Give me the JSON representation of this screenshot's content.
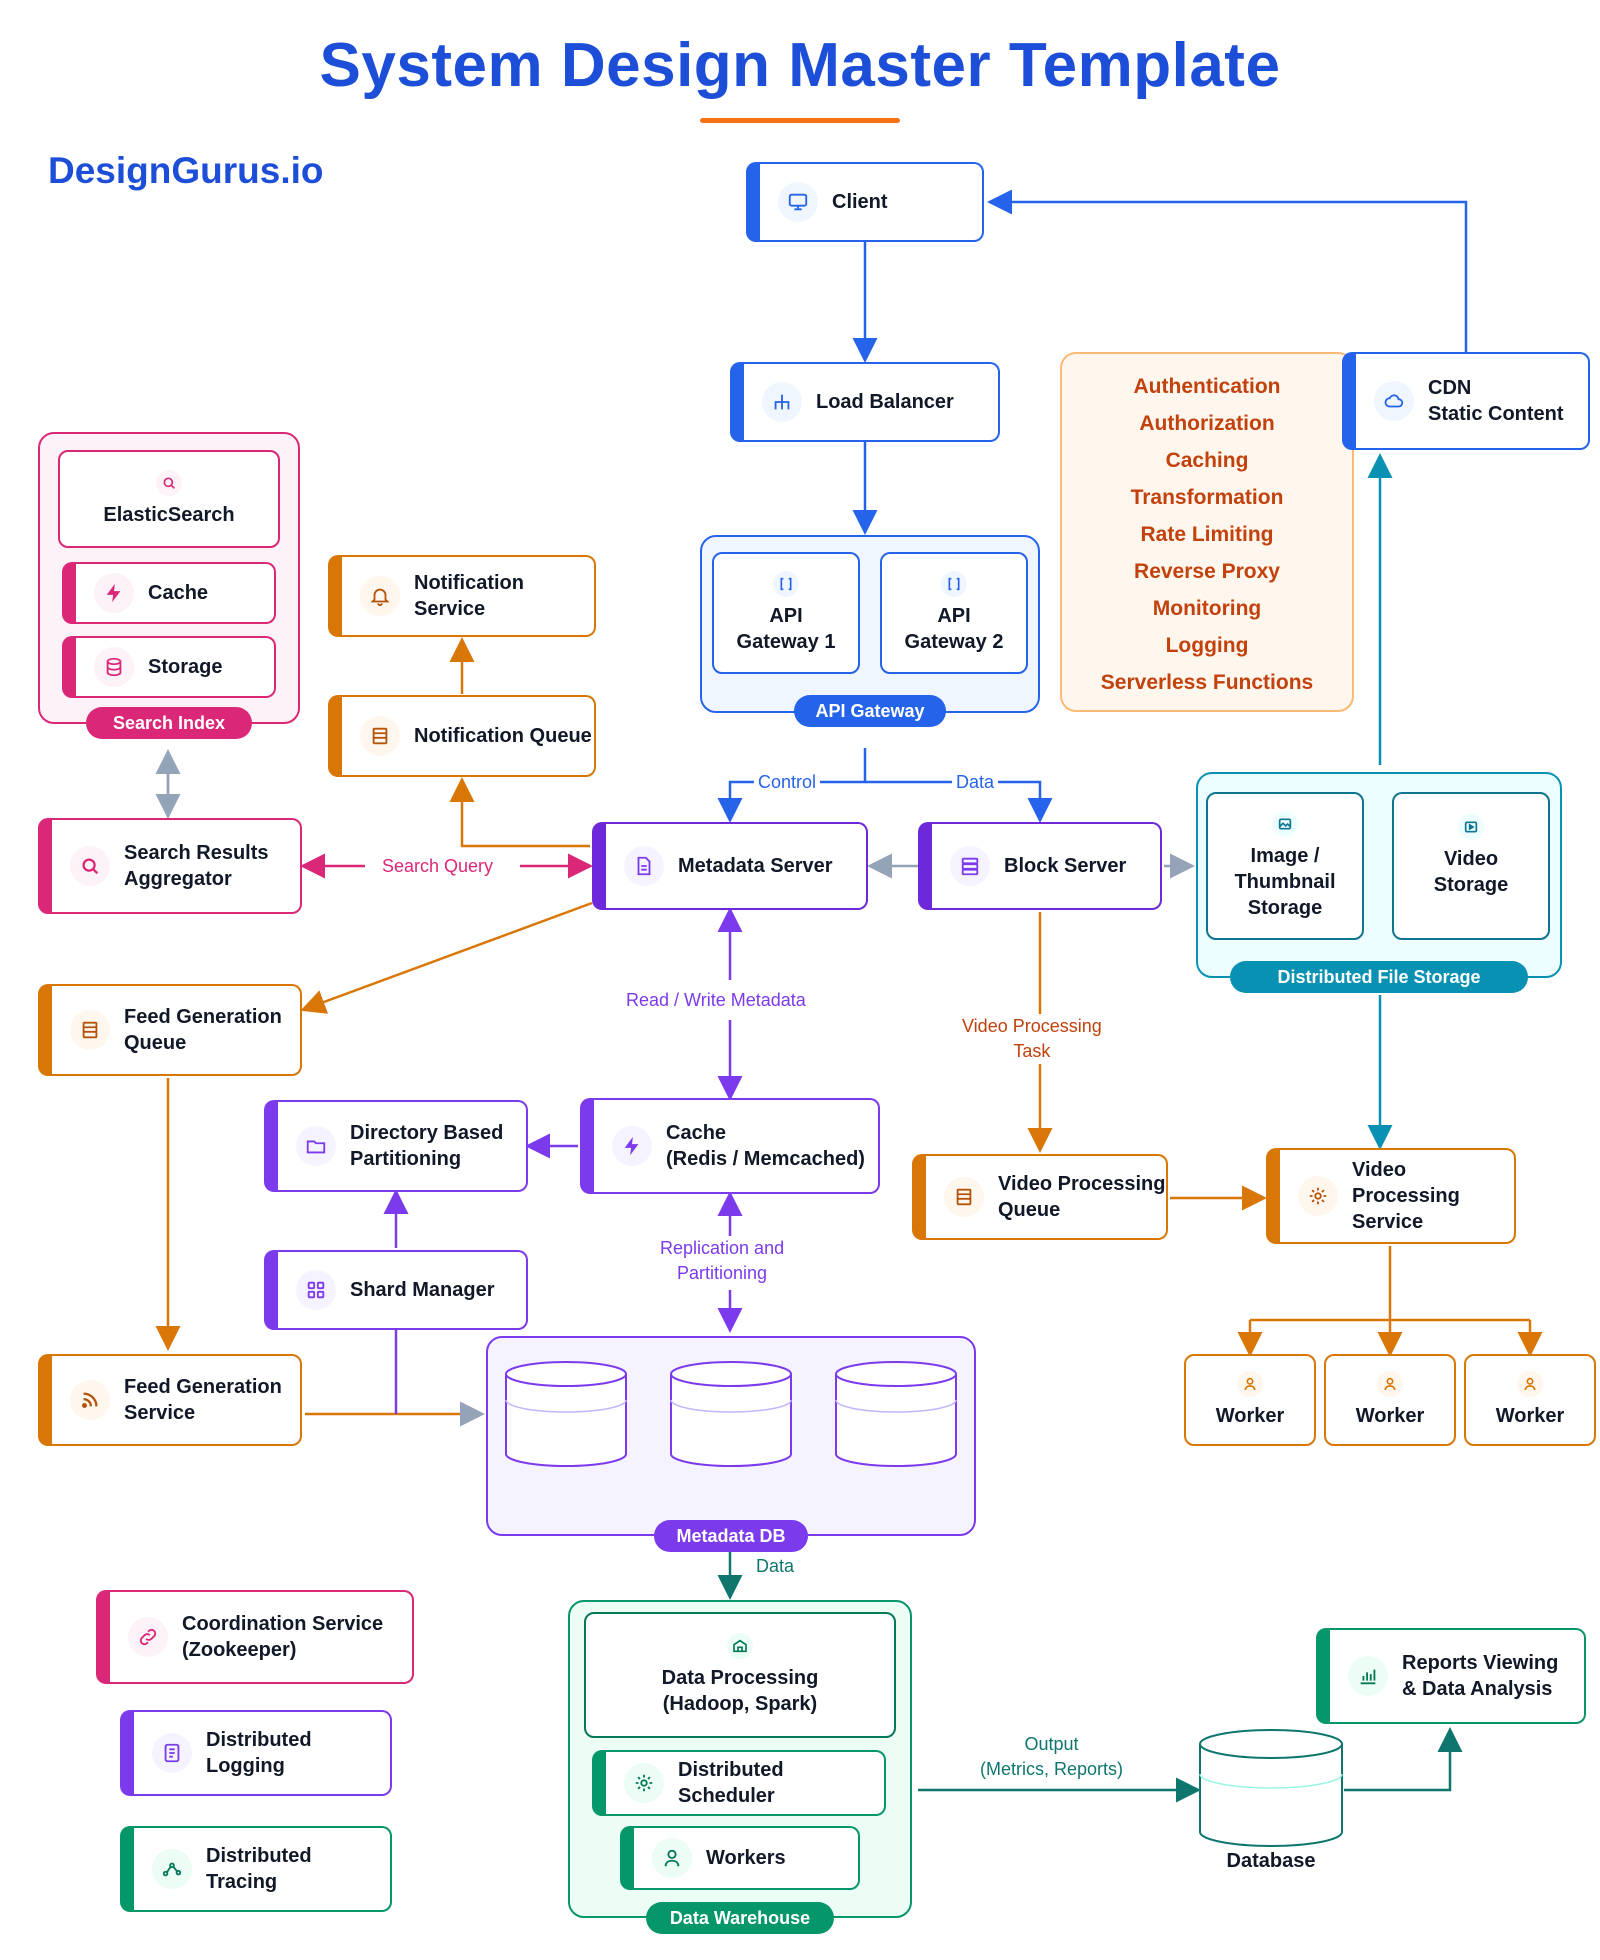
{
  "title": "System Design Master Template",
  "brand": "DesignGurus.io",
  "colors": {
    "blue": "#2563eb",
    "orange": "#d97706",
    "pink": "#db2777",
    "purple": "#7c3aed",
    "green": "#059669",
    "teal": "#0891b2",
    "gray": "#94a3b8"
  },
  "client": {
    "label": "Client",
    "icon": "monitor-icon"
  },
  "load_balancer": {
    "label": "Load Balancer",
    "icon": "network-split-icon"
  },
  "api_gateway": {
    "group_label": "API Gateway",
    "gateways": [
      "API\nGateway 1",
      "API\nGateway 2"
    ],
    "icon": "brackets-icon"
  },
  "gateway_features": [
    "Authentication",
    "Authorization",
    "Caching",
    "Transformation",
    "Rate Limiting",
    "Reverse Proxy",
    "Monitoring",
    "Logging",
    "Serverless Functions"
  ],
  "cdn": {
    "label": "CDN\nStatic Content",
    "icon": "cloud-icon"
  },
  "search_index": {
    "group_label": "Search Index",
    "elasticsearch": "ElasticSearch",
    "cache": "Cache",
    "storage": "Storage"
  },
  "notification_service": {
    "label": "Notification Service",
    "icon": "bell-icon"
  },
  "notification_queue": {
    "label": "Notification Queue",
    "icon": "queue-icon"
  },
  "search_results_aggregator": {
    "label": "Search Results\nAggregator",
    "icon": "search-icon"
  },
  "metadata_server": {
    "label": "Metadata Server",
    "icon": "document-icon"
  },
  "block_server": {
    "label": "Block Server",
    "icon": "server-icon"
  },
  "distributed_file_storage": {
    "group_label": "Distributed File Storage",
    "image_storage": "Image /\nThumbnail\nStorage",
    "video_storage": "Video\nStorage"
  },
  "feed_generation_queue": {
    "label": "Feed Generation\nQueue",
    "icon": "queue-icon"
  },
  "directory_partitioning": {
    "label": "Directory Based\nPartitioning",
    "icon": "folder-icon"
  },
  "cache_redis": {
    "label": "Cache\n(Redis / Memcached)",
    "icon": "lightning-icon"
  },
  "shard_manager": {
    "label": "Shard Manager",
    "icon": "grid-icon"
  },
  "video_processing_queue": {
    "label": "Video Processing\nQueue",
    "icon": "queue-icon"
  },
  "video_processing_service": {
    "label": "Video Processing\nService",
    "icon": "gear-icon"
  },
  "workers": [
    "Worker",
    "Worker",
    "Worker"
  ],
  "feed_generation_service": {
    "label": "Feed Generation\nService",
    "icon": "rss-icon"
  },
  "metadata_db": {
    "group_label": "Metadata DB"
  },
  "data_warehouse": {
    "group_label": "Data Warehouse",
    "processing": "Data Processing\n(Hadoop, Spark)",
    "scheduler": "Distributed Scheduler",
    "workers": "Workers"
  },
  "coordination_service": {
    "label": "Coordination Service\n(Zookeeper)",
    "icon": "link-icon"
  },
  "distributed_logging": {
    "label": "Distributed\nLogging",
    "icon": "log-icon"
  },
  "distributed_tracing": {
    "label": "Distributed\nTracing",
    "icon": "trace-icon"
  },
  "database": {
    "label": "Database"
  },
  "reports": {
    "label": "Reports Viewing\n& Data Analysis",
    "icon": "bar-chart-icon"
  },
  "edge_labels": {
    "control": "Control",
    "data": "Data",
    "search_query": "Search Query",
    "read_write": "Read / Write Metadata",
    "video_task": "Video Processing\nTask",
    "replication": "Replication and\nPartitioning",
    "db_data": "Data",
    "output": "Output\n(Metrics, Reports)"
  }
}
